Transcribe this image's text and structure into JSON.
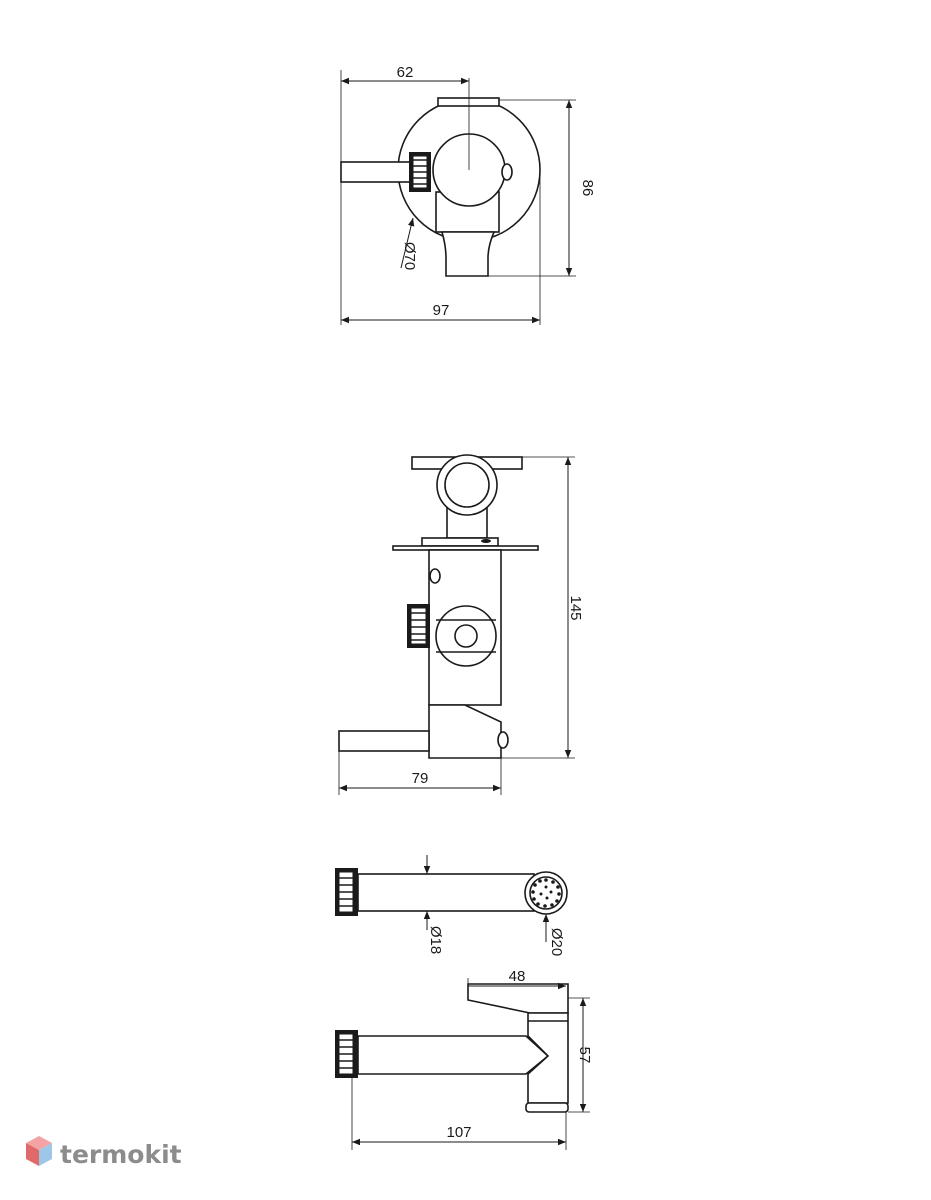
{
  "views": {
    "top": {
      "dim_width_handle": "62",
      "dim_height": "86",
      "dim_diameter": "Ø70",
      "dim_total_width": "97"
    },
    "front": {
      "dim_height": "145",
      "dim_width": "79"
    },
    "nozzle_top": {
      "dim_tube_diameter": "Ø18",
      "dim_head_diameter": "Ø20"
    },
    "nozzle_side": {
      "dim_lever": "48",
      "dim_height": "57",
      "dim_length": "107"
    }
  },
  "brand": {
    "name": "termokit",
    "colors": {
      "top": "#f3a3a3",
      "left": "#e06a6a",
      "right": "#9ec6e8"
    }
  }
}
